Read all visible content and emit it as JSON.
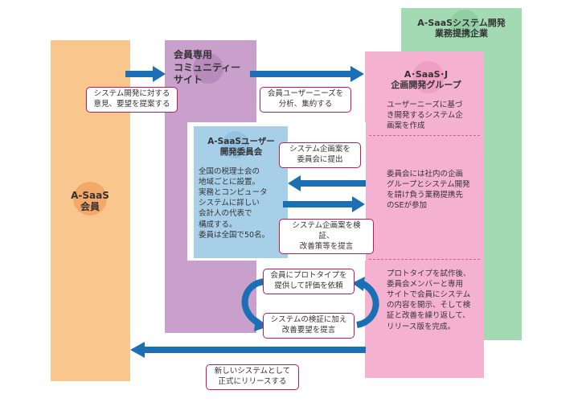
{
  "colors": {
    "member": "#f9c68e",
    "community": "#c99fcb",
    "partner": "#a3d9b3",
    "saasj": "#f5b2d0",
    "committee": "#a8cfe8",
    "arrow": "#1a6fb5",
    "callout_border": "#c2185b"
  },
  "partner": {
    "title_line1": "A-SaaSシステム開発",
    "title_line2": "業務提携企業"
  },
  "community": {
    "title_line1": "会員専用",
    "title_line2": "コミュニティー",
    "title_line3": "サイト"
  },
  "saasj": {
    "title_line1": "A･SaaS･J",
    "title_line2": "企画開発グループ",
    "desc1": [
      "ユーザーニーズに基づ",
      "き開発するシステム企",
      "画案を作成"
    ],
    "desc2": [
      "委員会には社内の企画",
      "グループとシステム開発",
      "を請け負う業務提携先",
      "のSEが参加"
    ],
    "desc3": [
      "プロトタイプを試作後、",
      "委員会メンバーと専用",
      "サイトで会員にシステム",
      "の内容を開示、そして検",
      "証と改善を繰り返して、",
      "リリース版を完成。"
    ]
  },
  "member": {
    "title_line1": "A-SaaS",
    "title_line2": "会員"
  },
  "committee": {
    "title_line1": "A-SaaSユーザー",
    "title_line2": "開発委員会",
    "desc": [
      "全国の税理士会の",
      "地域ごとに設置。",
      "実務とコンピュータ",
      "システムに詳しい",
      "会計人の代表で",
      "構成する。",
      "委員は全国で50名。"
    ]
  },
  "callouts": {
    "c1": [
      "システム開発に対する",
      "意見、要望を提案する"
    ],
    "c2": [
      "会員ユーザーニーズを",
      "分析、集約する"
    ],
    "c3": [
      "システム企画案を",
      "委員会に提出"
    ],
    "c4": [
      "システム企画案を検証、",
      "改善策等を提言"
    ],
    "c5": [
      "会員にプロトタイプを",
      "提供して評価を依頼"
    ],
    "c6": [
      "システムの検証に加え",
      "改善要望を提言"
    ],
    "c7": [
      "新しいシステムとして",
      "正式にリリースする"
    ]
  }
}
